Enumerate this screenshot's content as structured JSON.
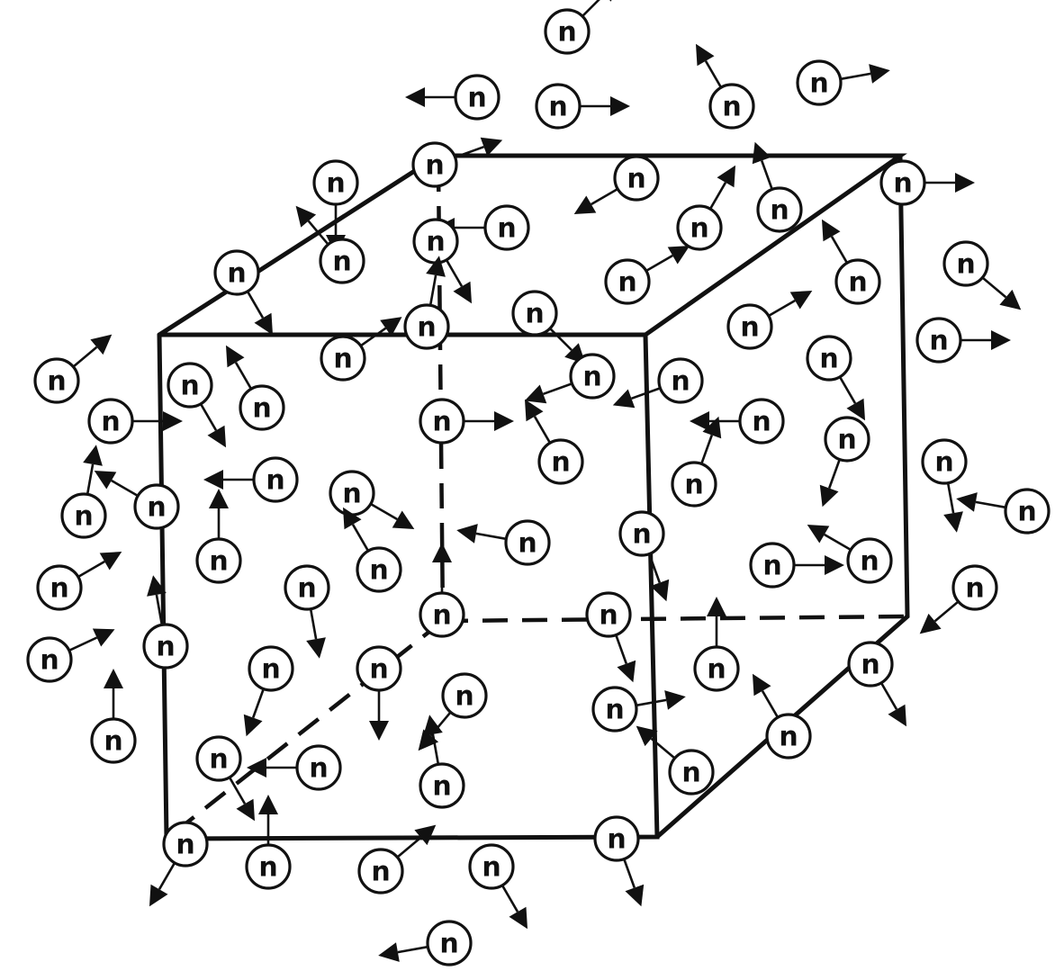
{
  "diagram": {
    "particle_symbol": "n",
    "neutrons": [
      {
        "dir": 45
      },
      {
        "dir": 180
      },
      {
        "dir": 0
      },
      {
        "dir": 120
      },
      {
        "dir": 10
      },
      {
        "dir": 270
      },
      {
        "dir": 20
      },
      {
        "dir": 210
      },
      {
        "dir": 60
      },
      {
        "dir": 110
      },
      {
        "dir": 0
      },
      {
        "dir": 320
      },
      {
        "dir": 180
      },
      {
        "dir": 300
      },
      {
        "dir": 130
      },
      {
        "dir": 300
      },
      {
        "dir": 30
      },
      {
        "dir": 120
      },
      {
        "dir": 30
      },
      {
        "dir": 80
      },
      {
        "dir": 315
      },
      {
        "dir": 0
      },
      {
        "dir": 300
      },
      {
        "dir": 200
      },
      {
        "dir": 40
      },
      {
        "dir": 300
      },
      {
        "dir": 200
      },
      {
        "dir": 180
      },
      {
        "dir": 0
      },
      {
        "dir": 35
      },
      {
        "dir": 120
      },
      {
        "dir": 0
      },
      {
        "dir": 250
      },
      {
        "dir": 180
      },
      {
        "dir": 120
      },
      {
        "dir": 280
      },
      {
        "dir": 150
      },
      {
        "dir": 330
      },
      {
        "dir": 70
      },
      {
        "dir": 80
      },
      {
        "dir": 170
      },
      {
        "dir": 90
      },
      {
        "dir": 120
      },
      {
        "dir": 290
      },
      {
        "dir": 150
      },
      {
        "dir": 170
      },
      {
        "dir": 280
      },
      {
        "dir": 0
      },
      {
        "dir": 30
      },
      {
        "dir": 220
      },
      {
        "dir": 90
      },
      {
        "dir": 290
      },
      {
        "dir": 25
      },
      {
        "dir": 100
      },
      {
        "dir": 90
      },
      {
        "dir": 300
      },
      {
        "dir": 250
      },
      {
        "dir": 230
      },
      {
        "dir": 270
      },
      {
        "dir": 10
      },
      {
        "dir": 120
      },
      {
        "dir": 90
      },
      {
        "dir": 300
      },
      {
        "dir": 180
      },
      {
        "dir": 140
      },
      {
        "dir": 100
      },
      {
        "dir": 240
      },
      {
        "dir": 290
      },
      {
        "dir": 90
      },
      {
        "dir": 40
      },
      {
        "dir": 300
      },
      {
        "dir": 190
      },
      {
        "dir": 120
      },
      {
        "dir": 200
      },
      {
        "dir": 30
      },
      {
        "dir": 120
      },
      {
        "dir": 150
      },
      {
        "dir": 330
      },
      {
        "dir": 70
      },
      {
        "dir": 300
      },
      {
        "dir": 270
      },
      {
        "dir": 160
      }
    ]
  }
}
